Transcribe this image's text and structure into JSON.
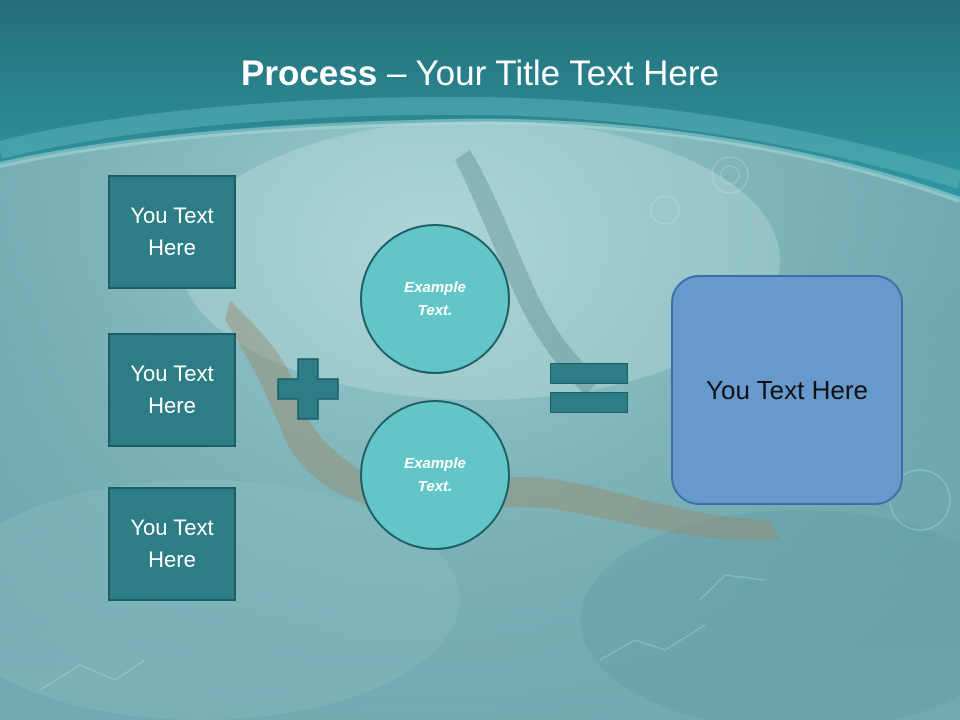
{
  "slide": {
    "title_bold": "Process",
    "title_rest": " – Your Title Text Here"
  },
  "boxes": [
    {
      "text": "You Text Here"
    },
    {
      "text": "You Text Here"
    },
    {
      "text": "You Text Here"
    }
  ],
  "operators": {
    "plus": "plus-icon",
    "equals": "equals-icon"
  },
  "circles": [
    {
      "text": "Example Text."
    },
    {
      "text": "Example Text."
    }
  ],
  "result": {
    "text": "You Text Here"
  },
  "colors": {
    "title_band": "#2a8c96",
    "box_fill": "#2c7d86",
    "circle_fill": "#62c6c8",
    "result_fill": "#6699cc",
    "text_light": "#ffffff"
  }
}
